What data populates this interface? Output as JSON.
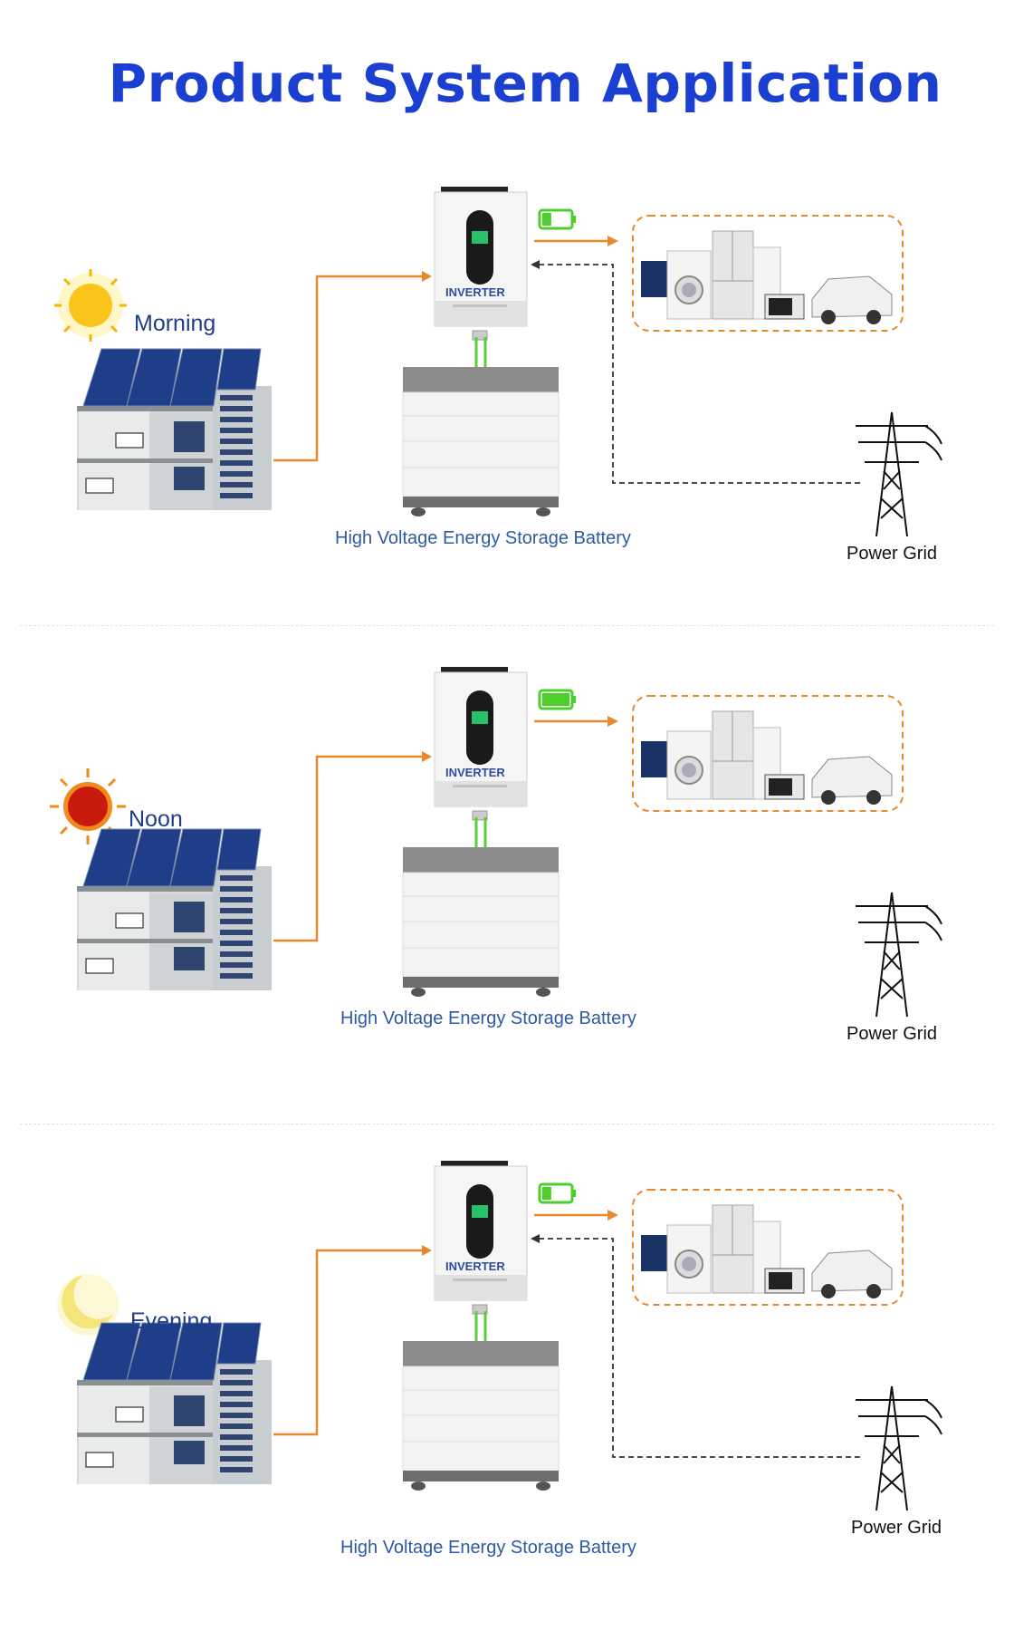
{
  "title": "Product System Application",
  "colors": {
    "title": "#1a3fd1",
    "flow_arrow": "#e8892b",
    "grid_dashed": "#333333",
    "battery_green": "#4ccf2b",
    "load_box_border": "#e8892b"
  },
  "sections": [
    {
      "time_of_day": "Morning",
      "time_icon": "sun-icon",
      "inverter_label": "INVERTER",
      "battery_caption": "High Voltage Energy Storage Battery",
      "grid_caption": "Power Grid",
      "charge_level": 0.33,
      "grid_supply_active": true
    },
    {
      "time_of_day": "Noon",
      "time_icon": "red-sun-icon",
      "inverter_label": "INVERTER",
      "battery_caption": "High Voltage Energy Storage Battery",
      "grid_caption": "Power Grid",
      "charge_level": 1.0,
      "grid_supply_active": false
    },
    {
      "time_of_day": "Evening",
      "time_icon": "moon-icon",
      "inverter_label": "INVERTER",
      "battery_caption": "High Voltage Energy Storage Battery",
      "grid_caption": "Power Grid",
      "charge_level": 0.33,
      "grid_supply_active": true
    }
  ]
}
